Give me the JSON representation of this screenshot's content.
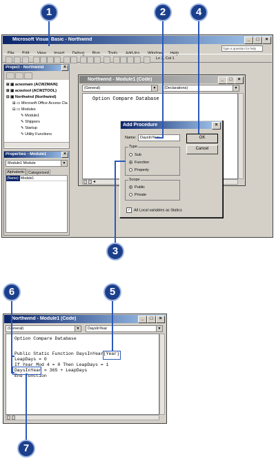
{
  "callouts": [
    "1",
    "2",
    "3",
    "4",
    "5",
    "6",
    "7"
  ],
  "app": {
    "title": "Microsoft Visual Basic - Northwind",
    "menu": [
      "File",
      "Edit",
      "View",
      "Insert",
      "Debug",
      "Run",
      "Tools",
      "Add-Ins",
      "Window",
      "Help"
    ],
    "help_placeholder": "Type a question for help",
    "position": "Ln 3, Col 1"
  },
  "project": {
    "title": "Project - Northwind",
    "items": [
      "acwzmain (ACWZMAIN)",
      "acwztool (ACWZTOOL)",
      "Northwind (Northwind)",
      "Microsoft Office Access Cla",
      "Modules",
      "Module1",
      "Shippers",
      "Startup",
      "Utility Functions"
    ]
  },
  "properties": {
    "title": "Properties - Module1",
    "object": "Module1  Module",
    "tabs": [
      "Alphabetic",
      "Categorized"
    ],
    "row_name": "(Name)",
    "row_value": "Module1"
  },
  "code1": {
    "title": "Northwind - Module1 (Code)",
    "object": "(General)",
    "proc": "(Declarations)",
    "line": "Option Compare Database"
  },
  "dialog": {
    "title": "Add Procedure",
    "name_label": "Name:",
    "name_value": "DaysInYear",
    "ok": "OK",
    "cancel": "Cancel",
    "type_label": "Type",
    "types": [
      "Sub",
      "Function",
      "Property"
    ],
    "scope_label": "Scope",
    "scopes": [
      "Public",
      "Private"
    ],
    "statics": "All Local variables as Statics"
  },
  "code2": {
    "title": "Northwind - Module1 (Code)",
    "object": "(General)",
    "proc": "DaysInYear",
    "lines": [
      "Option Compare Database",
      "",
      "Public Static Function DaysInYear(Year)",
      "LeapDays = 0",
      "If Year Mod 4 = 0 Then LeapDays = 1",
      "DaysInYear = 365 + LeapDays",
      "End Function"
    ]
  }
}
